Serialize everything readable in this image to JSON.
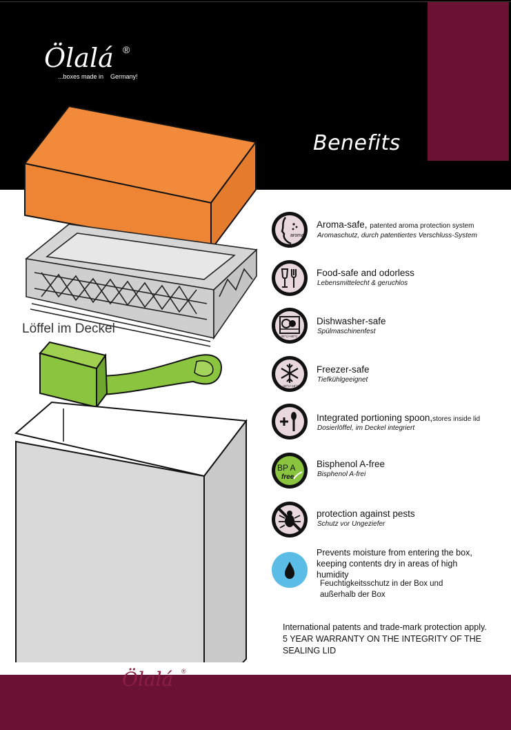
{
  "brand": {
    "logo_text": "Ölalá",
    "registered_mark": "®",
    "tagline": "...boxes made in    Germany!"
  },
  "header": {
    "title": "Benefits"
  },
  "illustration": {
    "spoon_caption": "Löffel im Deckel",
    "aroma_icon_label": "aroma"
  },
  "benefits": [
    {
      "icon": "aroma-icon",
      "title": "Aroma-safe,",
      "title_small": "patented aroma protection system",
      "subtitle": "Aromaschutz, durch patentiertes Verschluss-System"
    },
    {
      "icon": "fork-glass-icon",
      "title": "Food-safe and odorless",
      "title_small": "",
      "subtitle": "Lebensmittelecht & geruchlos"
    },
    {
      "icon": "dishwasher-icon",
      "title": "Dishwasher-safe",
      "title_small": "",
      "subtitle": "Spülmaschinenfest"
    },
    {
      "icon": "snowflake-icon",
      "title": "Freezer-safe",
      "title_small": "",
      "subtitle": "Tiefkühlgeeignet"
    },
    {
      "icon": "plus-spoon-icon",
      "title": "Integrated portioning spoon,",
      "title_small": "stores inside lid",
      "subtitle": "Dosierlöffel, im Deckel integriert"
    },
    {
      "icon": "bpa-free-icon",
      "title": "Bisphenol A-free",
      "title_small": "",
      "subtitle": "Bisphenol A-frei"
    },
    {
      "icon": "no-pests-icon",
      "title": "protection against pests",
      "title_small": "",
      "subtitle": "Schutz vor Ungeziefer"
    }
  ],
  "icon_labels": {
    "dishwasher": "-25°C/+90°C",
    "freezer": "-20°C/-18°C",
    "bpa_top": "BP A",
    "bpa_bottom": "free"
  },
  "moisture": {
    "icon": "water-drop-icon",
    "title": "Prevents moisture from entering the box, keeping contents dry in areas of high humidity",
    "subtitle": "Feuchtigkeitsschutz in der Box und außerhalb der Box"
  },
  "footer": {
    "line1": "International patents and trade-mark protection apply.",
    "line2": "5 YEAR WARRANTY ON THE INTEGRITY OF THE SEALING LID"
  },
  "colors": {
    "black": "#000000",
    "burgundy": "#6b1233",
    "orange": "#f0873a",
    "green": "#8bc43f",
    "box_grey": "#d9d9da",
    "icon_pink": "#e8d7dc",
    "water_blue": "#5bbde6"
  }
}
